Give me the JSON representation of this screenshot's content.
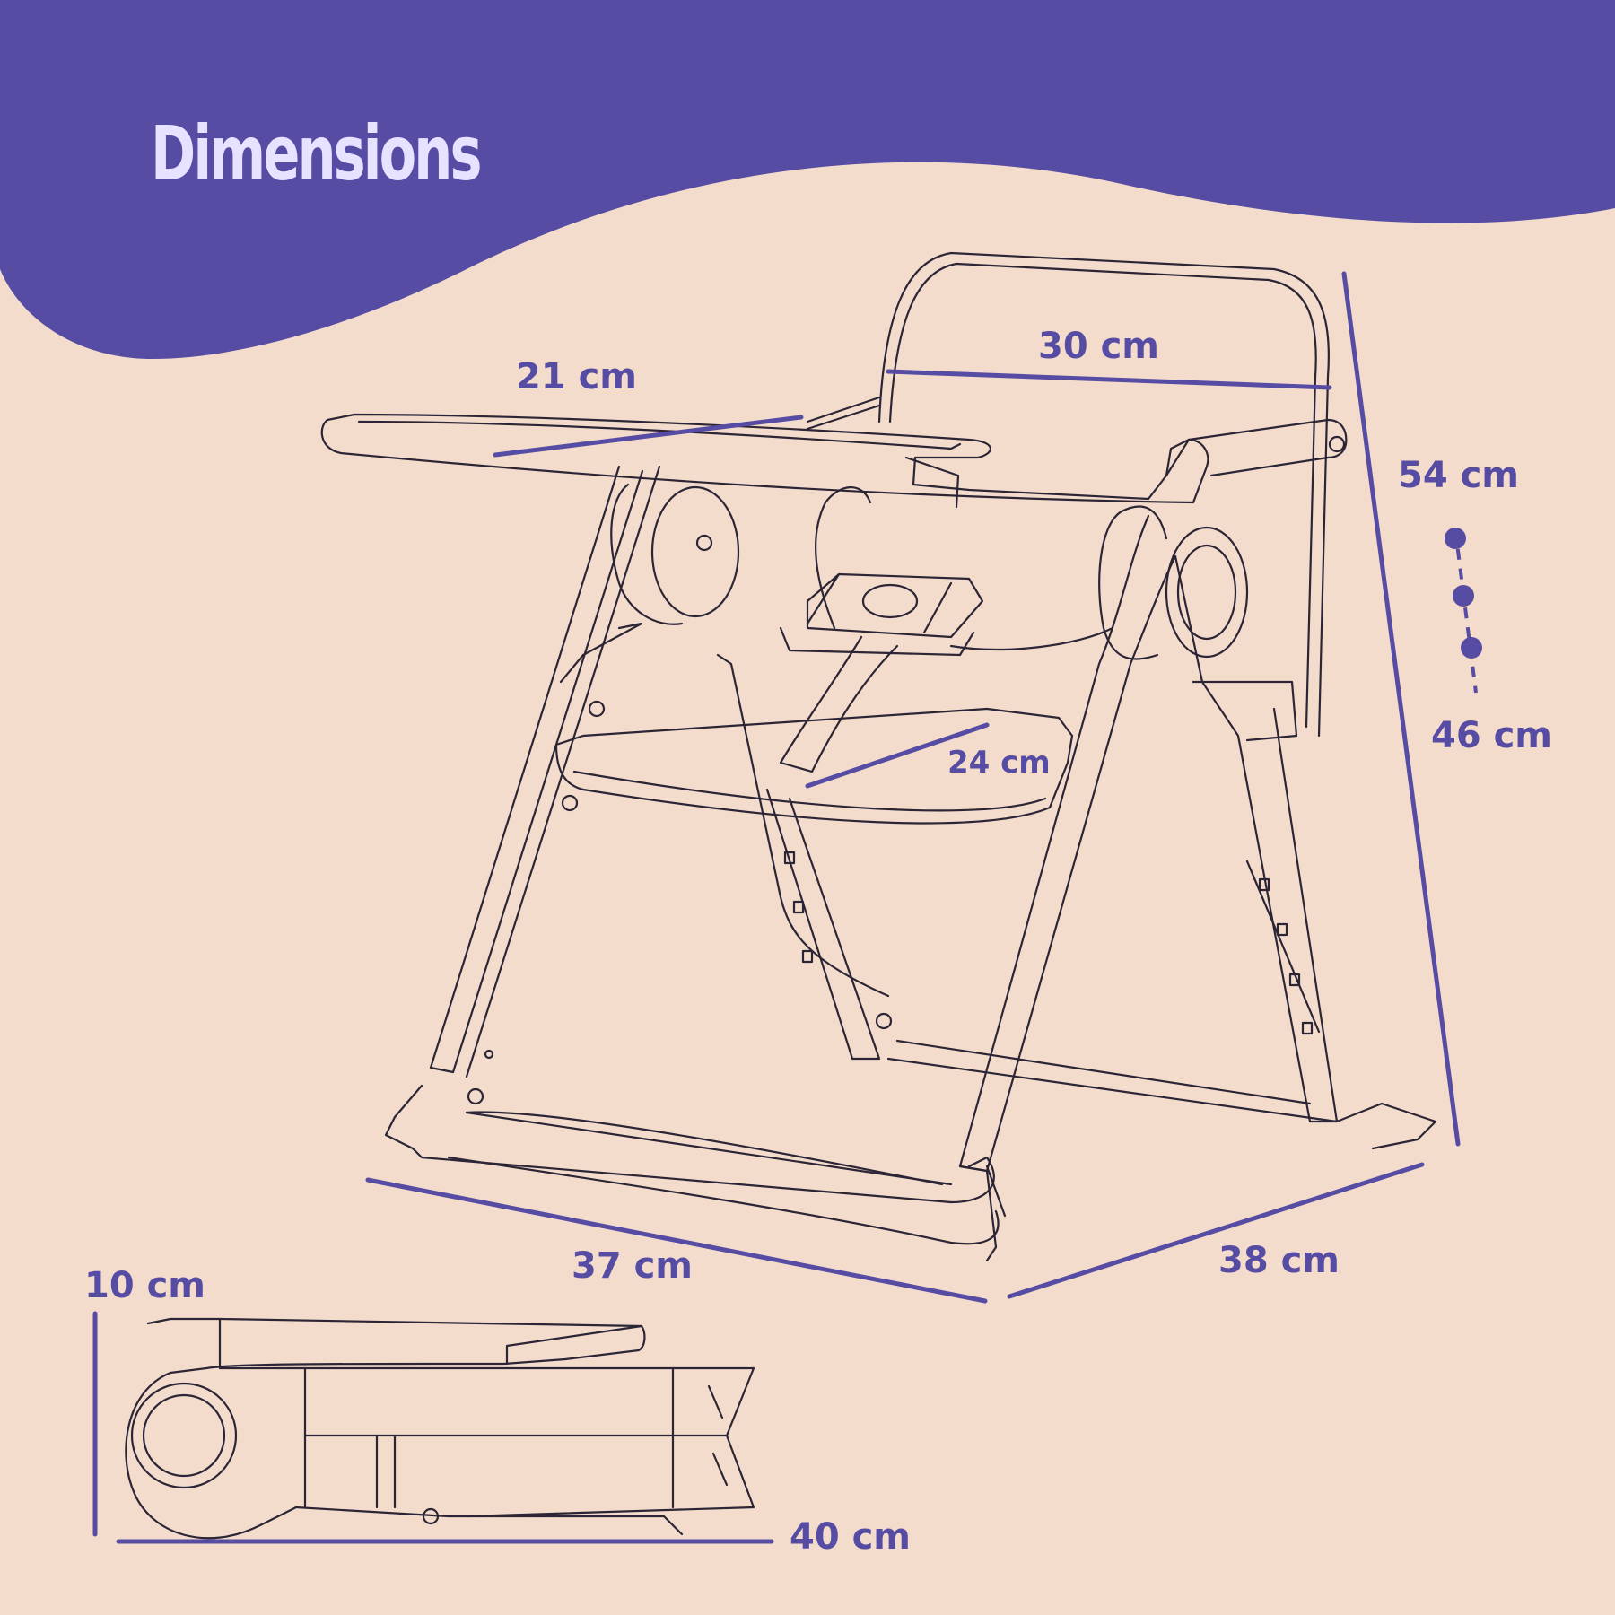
{
  "header": {
    "title": "Dimensions",
    "band_color": "#574ca3",
    "title_color": "#e6e2ff"
  },
  "colors": {
    "background": "#f3dccb",
    "accent": "#574ca3",
    "line_art": "#2b2536"
  },
  "dimensions": {
    "tray_depth": "21 cm",
    "backrest_width": "30 cm",
    "total_height_max": "54 cm",
    "total_height_min": "46 cm",
    "seat_depth": "24 cm",
    "base_width": "37 cm",
    "base_depth": "38 cm",
    "folded_height": "10 cm",
    "folded_length": "40 cm"
  },
  "icons": {
    "height_adjust": "adjustable-height-dots-icon"
  }
}
